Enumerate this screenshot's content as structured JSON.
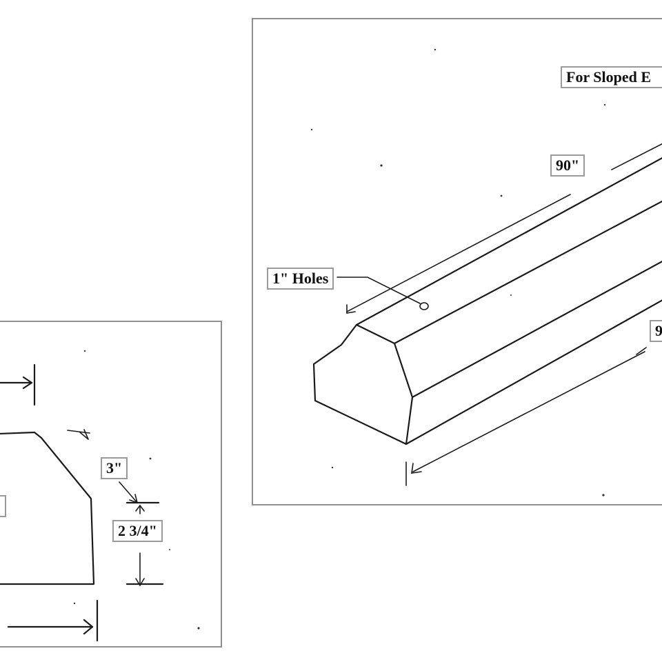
{
  "left_drawing": {
    "labels": {
      "chamfer_width": "3\"",
      "chamfer_height": "2 3/4\""
    }
  },
  "right_drawing": {
    "labels": {
      "title": "For Sloped E",
      "length_top": "90\"",
      "holes": "1\" Holes",
      "length_side": "9"
    }
  }
}
